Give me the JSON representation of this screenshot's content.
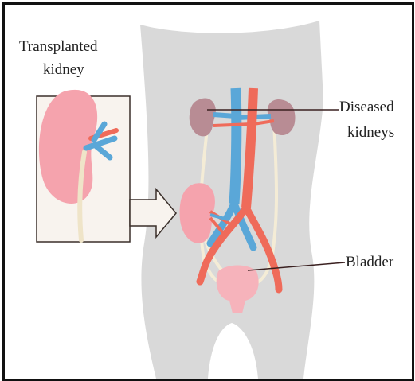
{
  "labels": {
    "transplanted_line1": "Transplanted",
    "transplanted_line2": "kidney",
    "diseased_line1": "Diseased",
    "diseased_line2": "kidneys",
    "bladder": "Bladder"
  },
  "colors": {
    "body": "#d9d9d9",
    "kidney_transplant": "#f5a3ad",
    "kidney_diseased": "#b88c94",
    "artery": "#ef6b5a",
    "vein": "#5aa7d8",
    "ureter": "#f4ecd6",
    "bladder": "#f6b3bb",
    "inset_bg": "#f8f3ee",
    "leader": "#3a2020"
  }
}
